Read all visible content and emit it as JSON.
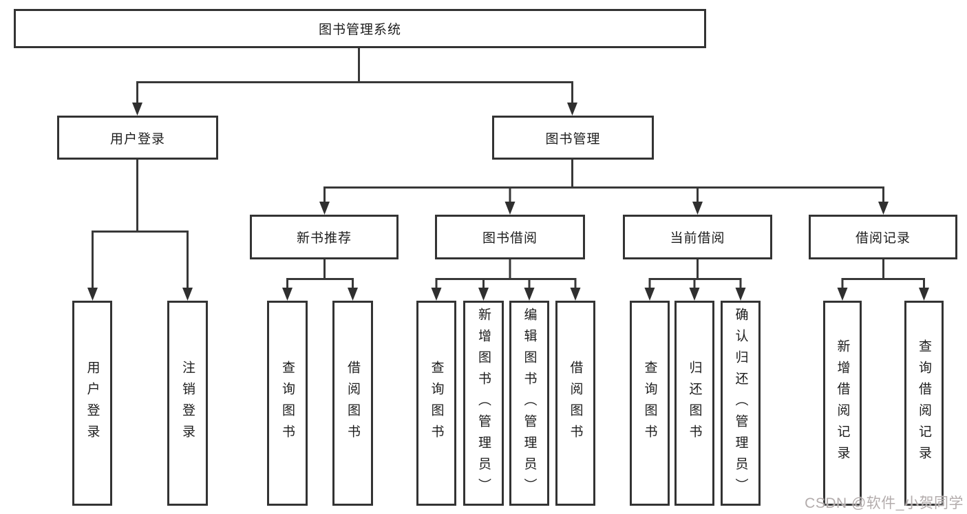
{
  "diagram": {
    "root": "图书管理系统",
    "user_login": {
      "label": "用户登录",
      "children": [
        "用户登录",
        "注销登录"
      ]
    },
    "book_mgmt": {
      "label": "图书管理",
      "sections": [
        {
          "label": "新书推荐",
          "children": [
            "查询图书",
            "借阅图书"
          ]
        },
        {
          "label": "图书借阅",
          "children": [
            "查询图书",
            "新增图书（管理员）",
            "编辑图书（管理员）",
            "借阅图书"
          ]
        },
        {
          "label": "当前借阅",
          "children": [
            "查询图书",
            "归还图书",
            "确认归还（管理员）"
          ]
        },
        {
          "label": "借阅记录",
          "children": [
            "新增借阅记录",
            "查询借阅记录"
          ]
        }
      ]
    }
  },
  "colors": {
    "line": "#383838",
    "arrow": "#2f2f2f",
    "box_border": "#333333",
    "text": "#1d1d1d",
    "watermark": "#b3acac"
  },
  "watermark": {
    "text": "CSDN @软件_小贺同学"
  }
}
